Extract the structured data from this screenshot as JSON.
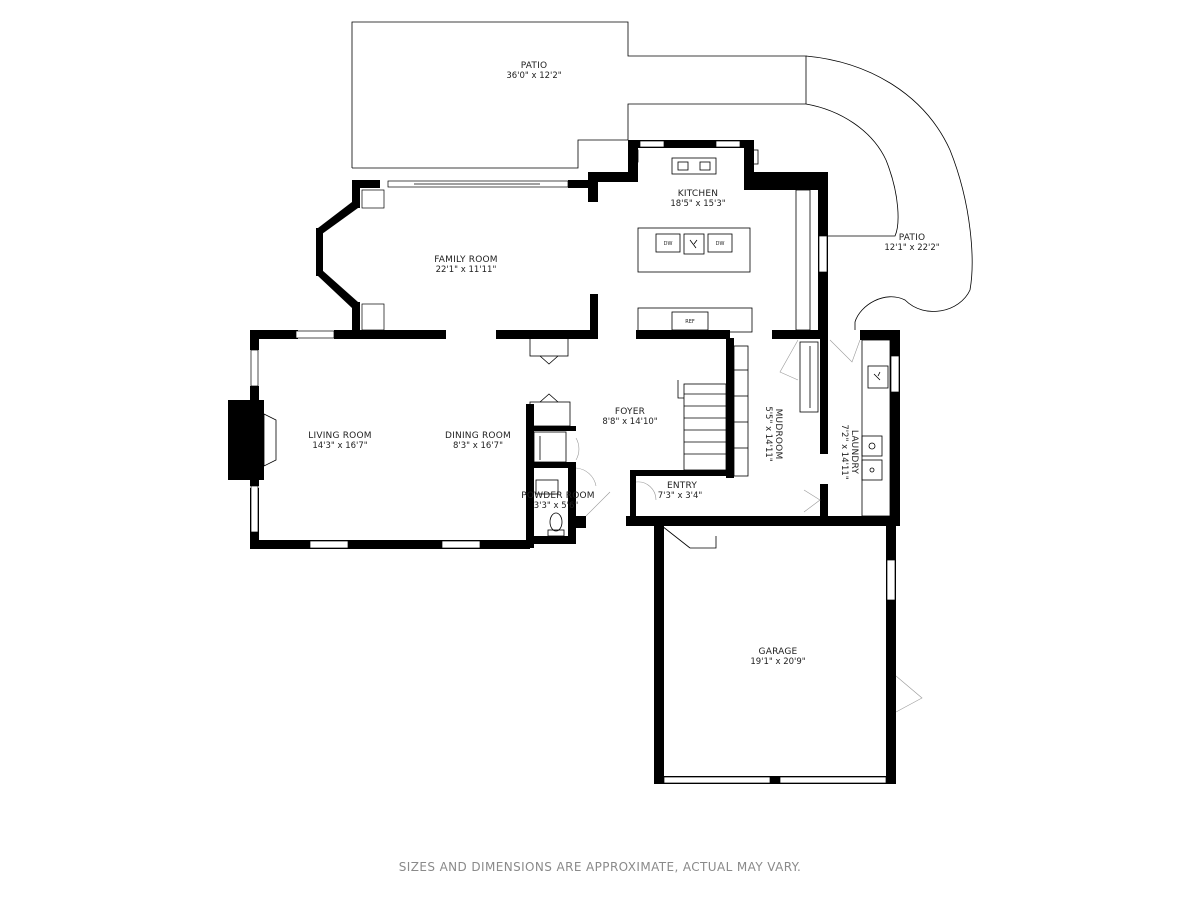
{
  "rooms": {
    "patio_top": {
      "name": "PATIO",
      "dims": "36'0\" x 12'2\""
    },
    "patio_right": {
      "name": "PATIO",
      "dims": "12'1\" x 22'2\""
    },
    "kitchen": {
      "name": "KITCHEN",
      "dims": "18'5\" x 15'3\""
    },
    "family_room": {
      "name": "FAMILY ROOM",
      "dims": "22'1\" x 11'11\""
    },
    "living_room": {
      "name": "LIVING ROOM",
      "dims": "14'3\" x 16'7\""
    },
    "dining_room": {
      "name": "DINING ROOM",
      "dims": "8'3\" x 16'7\""
    },
    "foyer": {
      "name": "FOYER",
      "dims": "8'8\" x 14'10\""
    },
    "powder_room": {
      "name": "POWDER ROOM",
      "dims": "3'3\" x 5'6\""
    },
    "entry": {
      "name": "ENTRY",
      "dims": "7'3\" x 3'4\""
    },
    "mudroom": {
      "name": "MUDROOM",
      "dims": "5'5\" x 14'11\""
    },
    "laundry": {
      "name": "LAUNDRY",
      "dims": "7'2\" x 14'11\""
    },
    "garage": {
      "name": "GARAGE",
      "dims": "19'1\" x 20'9\""
    }
  },
  "appliances": {
    "dw": "DW",
    "dwr": "DW",
    "ref": "REF"
  },
  "disclaimer": "SIZES AND DIMENSIONS ARE APPROXIMATE, ACTUAL MAY VARY."
}
